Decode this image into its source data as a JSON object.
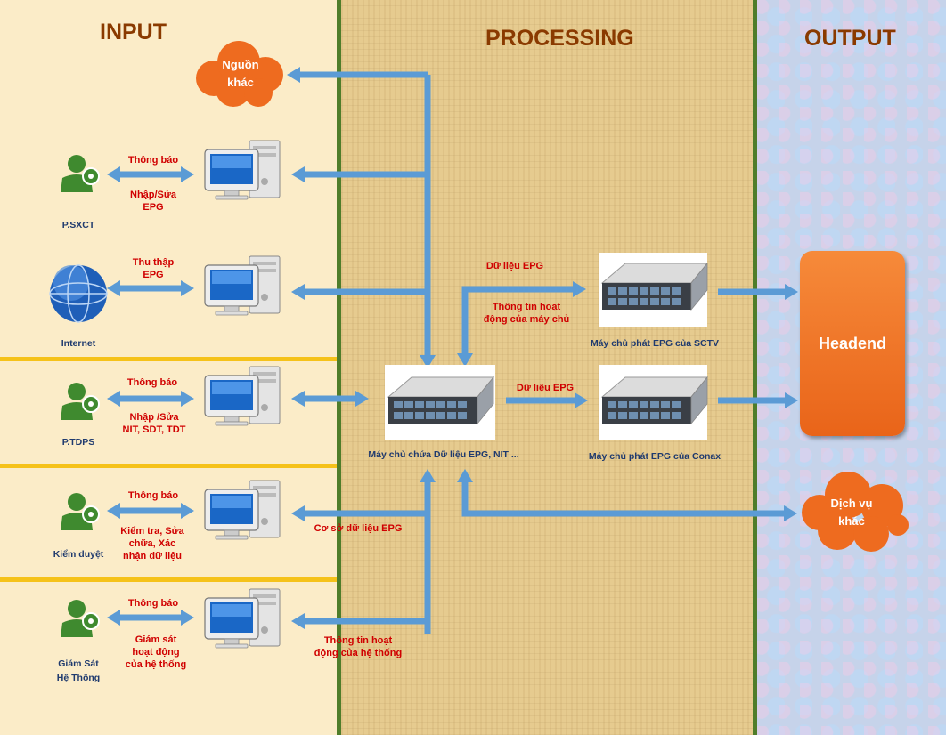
{
  "headings": {
    "input": "INPUT",
    "processing": "PROCESSING",
    "output": "OUTPUT"
  },
  "clouds": {
    "other_source": [
      "Nguồn",
      "khác"
    ],
    "other_service": [
      "Dịch vụ",
      "khác"
    ]
  },
  "users": {
    "sxct": {
      "name": "P.SXCT",
      "msg_top": "Thông báo",
      "msg_bottom": [
        "Nhập/Sửa",
        "EPG"
      ]
    },
    "internet": {
      "name": "Internet",
      "msg_top": [
        "Thu thập",
        "EPG"
      ]
    },
    "tdps": {
      "name": "P.TDPS",
      "msg_top": "Thông báo",
      "msg_bottom": [
        "Nhập /Sửa",
        "NIT, SDT, TDT"
      ]
    },
    "kiem_duyet": {
      "name": "Kiểm duyệt",
      "msg_top": "Thông báo",
      "msg_bottom": [
        "Kiểm tra, Sửa",
        "chữa, Xác",
        "nhận dữ liệu"
      ]
    },
    "giam_sat": {
      "name": [
        "Giám Sát",
        "Hệ Thống"
      ],
      "msg_top": "Thông báo",
      "msg_bottom": [
        "Giám sát",
        "hoạt động",
        "của hệ thống"
      ]
    }
  },
  "flows": {
    "epg_data_top": "Dữ liệu EPG",
    "server_activity": [
      "Thông tin hoạt",
      "động của máy chủ"
    ],
    "epg_data_mid": "Dữ liệu EPG",
    "database": "Cơ sở dữ liệu EPG",
    "system_activity": [
      "Thông tin hoạt",
      "động của hệ thống"
    ]
  },
  "servers": {
    "main": "Máy chủ chứa Dữ liệu EPG, NIT ...",
    "sctv": "Máy chủ phát EPG của SCTV",
    "conax": "Máy chủ phát EPG của Conax"
  },
  "headend": "Headend",
  "colors": {
    "arrow": "#5b9bd5",
    "label_red": "#d00000",
    "divider": "#4f7d2a",
    "cloud": "#ee6b1f",
    "headend": "#f07a2a",
    "user_icon": "#3f8a2f"
  }
}
